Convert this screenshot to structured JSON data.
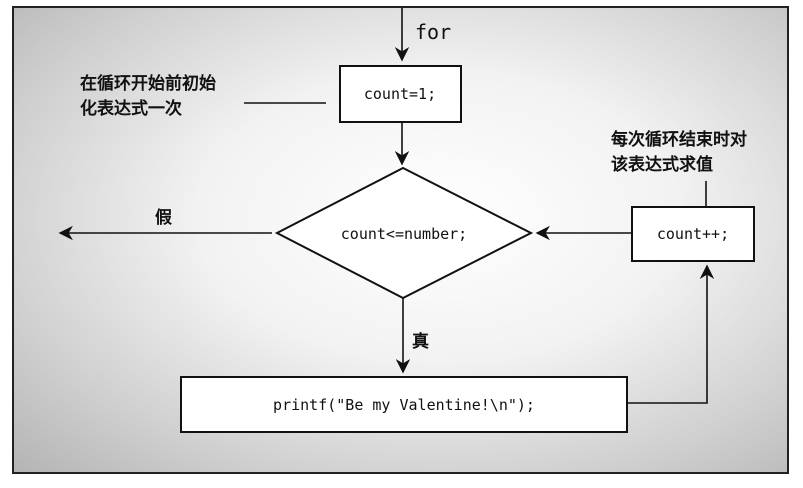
{
  "entry_label": "for",
  "init": {
    "code": "count=1;",
    "note_line1": "在循环开始前初始",
    "note_line2": "化表达式一次"
  },
  "condition": {
    "code": "count<=number;",
    "false_label": "假",
    "true_label": "真"
  },
  "update": {
    "code": "count++;",
    "note_line1": "每次循环结束时对",
    "note_line2": "该表达式求值"
  },
  "body": {
    "code": "printf(\"Be my Valentine!\\n\");"
  }
}
